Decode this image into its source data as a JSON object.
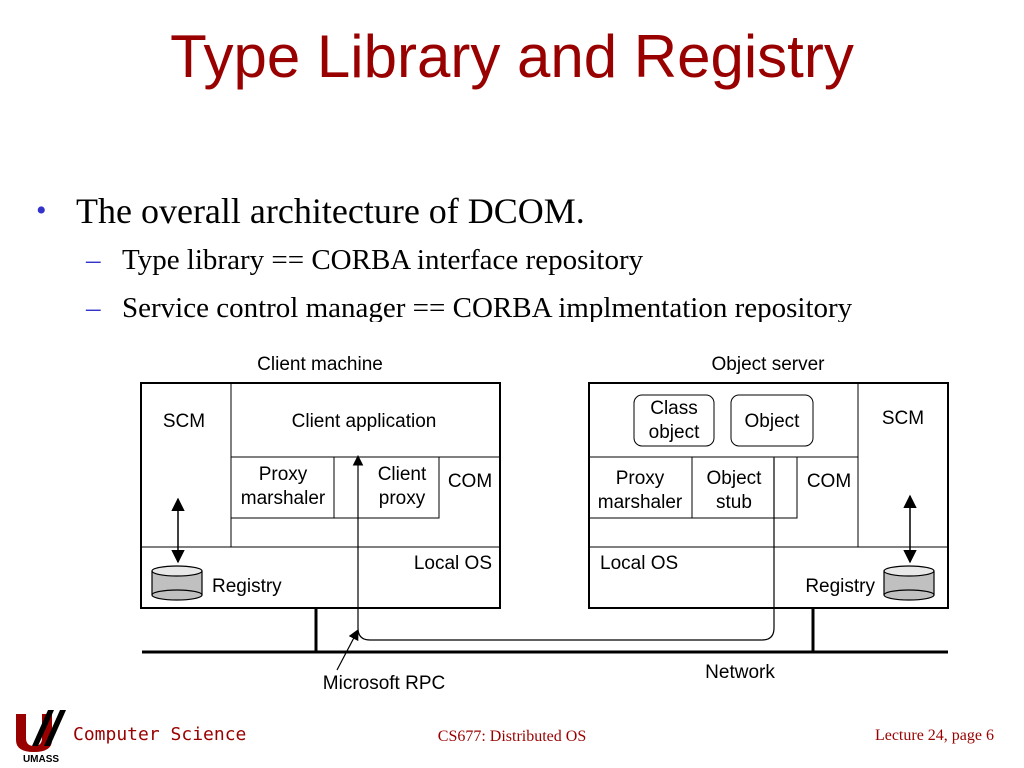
{
  "slide": {
    "title": "Type Library and Registry",
    "bullets": [
      {
        "text": "The overall architecture of DCOM.",
        "subs": [
          "Type library == CORBA interface repository",
          "Service control manager == CORBA implmentation repository"
        ]
      }
    ]
  },
  "diagram": {
    "client_machine_label": "Client machine",
    "object_server_label": "Object server",
    "client": {
      "scm": "SCM",
      "application": "Client application",
      "proxy_marshaler": [
        "Proxy",
        "marshaler"
      ],
      "client_proxy": [
        "Client",
        "proxy"
      ],
      "com": "COM",
      "local_os": "Local OS",
      "registry": "Registry"
    },
    "server": {
      "class_object": [
        "Class",
        "object"
      ],
      "object": "Object",
      "scm": "SCM",
      "proxy_marshaler": [
        "Proxy",
        "marshaler"
      ],
      "object_stub": [
        "Object",
        "stub"
      ],
      "com": "COM",
      "local_os": "Local OS",
      "registry": "Registry"
    },
    "network": "Network",
    "rpc": "Microsoft RPC"
  },
  "footer": {
    "logo_text": "UMASS",
    "department": "Computer Science",
    "course": "CS677: Distributed OS",
    "page": "Lecture 24, page 6"
  },
  "colors": {
    "title": "#990000",
    "bullet": "#3333cc",
    "footer": "#990000",
    "cylinder": "#c0c0c0"
  }
}
